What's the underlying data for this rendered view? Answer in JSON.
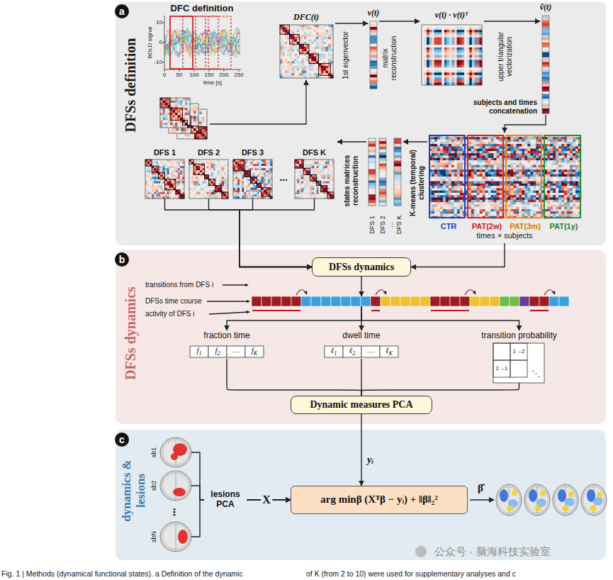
{
  "diagram": {
    "caption": "Fig. 1 | Methods (dynamical functional states). a Definition of the dynamic",
    "nodes": [
      {
        "text": [
          "a",
          "DFSs definition"
        ]
      },
      {
        "text": [
          "DFS 1"
        ],
        "in": 0
      },
      {
        "text": [
          "DFS 2"
        ],
        "in": 0
      },
      {
        "text": [
          "DFS 3"
        ],
        "in": 0
      },
      {
        "text": [
          "DFS K"
        ],
        "in": 0
      },
      {
        "text": [
          "times × subjects"
        ],
        "in": 0
      },
      {
        "text": [
          "CTR"
        ],
        "in": 5
      },
      {
        "text": [
          "PAT(2w)"
        ],
        "in": 5
      },
      {
        "text": [
          "PAT(3m)"
        ],
        "in": 5
      },
      {
        "text": [
          "PAT(1y)"
        ],
        "in": 5
      },
      {
        "text": [
          "b",
          "DFSs dynamics"
        ]
      },
      {
        "text": [
          "DFSs dynamics"
        ],
        "in": 10
      },
      {
        "text": [
          "DFSs time course"
        ],
        "in": 10
      },
      {
        "text": [
          "fraction time"
        ],
        "in": 10
      },
      {
        "text": [
          "dwell time"
        ],
        "in": 10
      },
      {
        "text": [
          "transition probability"
        ],
        "in": 10
      },
      {
        "text": [
          "Dynamic measures PCA"
        ],
        "in": 10
      },
      {
        "text": [
          "c",
          "dynamics & lesions"
        ]
      },
      {
        "text": [
          "sb1"
        ],
        "in": 17
      },
      {
        "text": [
          "sb2"
        ],
        "in": 17
      },
      {
        "text": [
          "sbN"
        ],
        "in": 17
      },
      {
        "text": [
          "arg minβ (Xᵀβ − yᵢ) + ‖β‖₂²"
        ],
        "in": 17
      }
    ],
    "edges": [
      {
        "from": 1,
        "to": 11,
        "arrow": "to"
      },
      {
        "from": 2,
        "to": 11,
        "arrow": "to"
      },
      {
        "from": 3,
        "to": 11,
        "arrow": "to"
      },
      {
        "from": 4,
        "to": 11,
        "arrow": "to"
      },
      {
        "from": 5,
        "to": 11,
        "arrow": "to"
      },
      {
        "from": 11,
        "to": 12,
        "arrow": "to"
      },
      {
        "from": 12,
        "to": 13,
        "arrow": "to"
      },
      {
        "from": 12,
        "to": 14,
        "arrow": "to"
      },
      {
        "from": 12,
        "to": 15,
        "arrow": "to"
      },
      {
        "from": 13,
        "to": 16,
        "arrow": "none"
      },
      {
        "from": 14,
        "to": 16,
        "arrow": "none"
      },
      {
        "from": 15,
        "to": 16,
        "arrow": "none"
      },
      {
        "from": 16,
        "to": 21,
        "arrow": "to",
        "label": "yᵢ"
      },
      {
        "from": 18,
        "to": 21,
        "arrow": "to"
      },
      {
        "from": 19,
        "to": 21,
        "arrow": "to"
      },
      {
        "from": 20,
        "to": 21,
        "arrow": "to"
      }
    ],
    "labels": [
      "DFC definition",
      "BOLD signal",
      "10",
      "0",
      "-10",
      "0",
      "50",
      "100",
      "150",
      "200",
      "250",
      "time [s]",
      "DFC(t)",
      "1st eigenvector",
      "v(t)",
      "matrix reconstruction",
      "v(t) · v(t)ᵀ",
      "upper triangular vectorization",
      "ṽ(t)",
      "subjects and times concatenation",
      "K-means (temporal) clustering",
      "DFS 1",
      "DFS 2",
      "...",
      "DFS K",
      "states matrices reconstruction",
      "...",
      "transitions from DFS i",
      "activity of DFS i",
      "f1",
      "f2",
      "···",
      "fK",
      "ℓ1",
      "ℓ2",
      "···",
      "ℓK",
      "1→2",
      "2→1",
      "⋱",
      "⋮",
      "lesions PCA",
      "X",
      "β̂",
      "公众号 · 脑海科技实验室",
      "of K (from 2 to 10) were used for supplementary analyses and c"
    ]
  }
}
